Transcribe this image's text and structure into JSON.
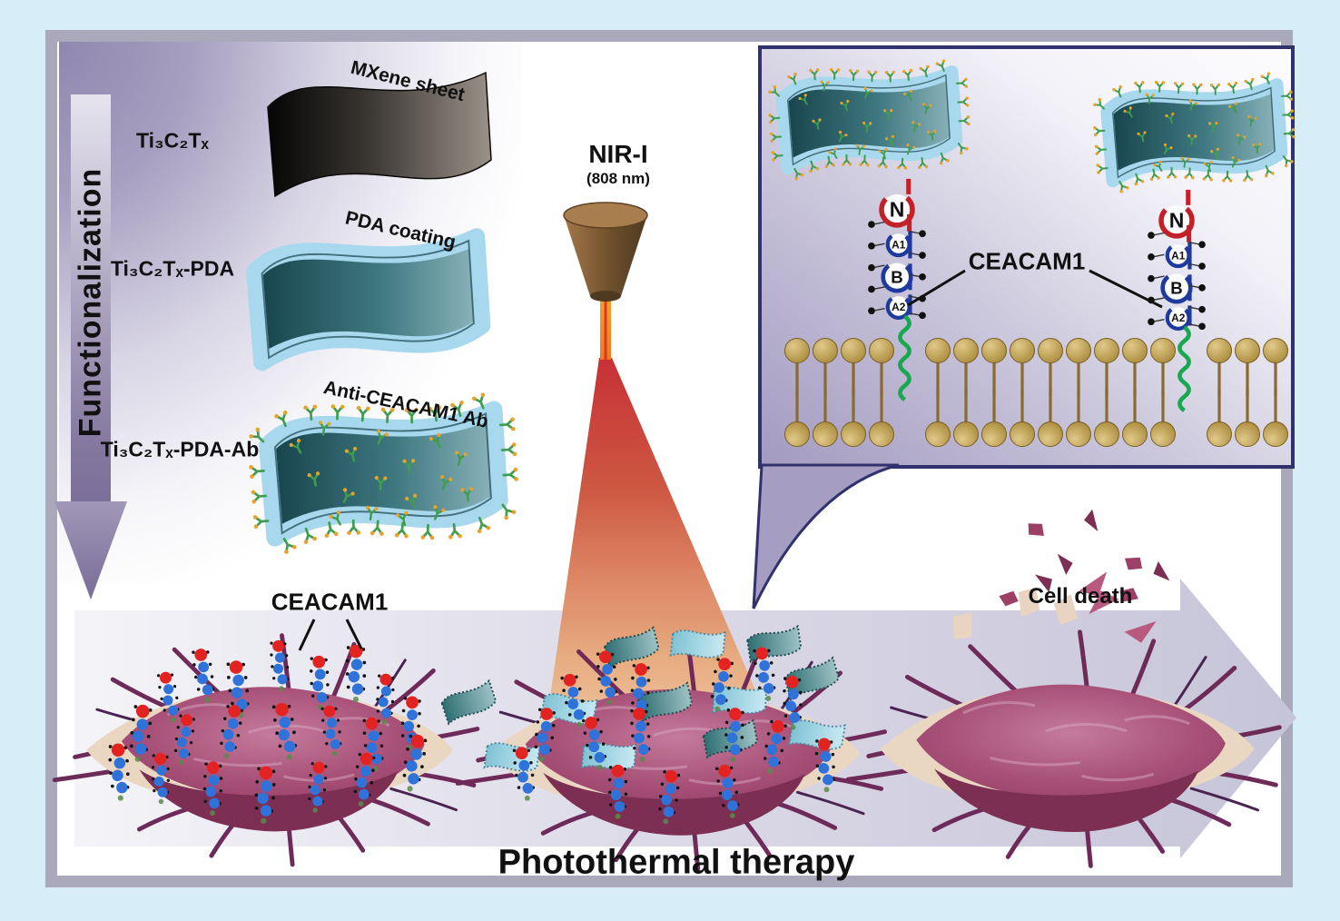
{
  "figure": {
    "functionalization_title": "Functionalization",
    "stages": [
      {
        "label": "Ti₃C₂Tₓ",
        "sheet_label": "MXene sheet"
      },
      {
        "label": "Ti₃C₂Tₓ-PDA",
        "sheet_label": "PDA coating"
      },
      {
        "label": "Ti₃C₂Tₓ-PDA-Ab",
        "sheet_label": "Anti-CEACAM1 Ab"
      }
    ],
    "laser": {
      "name": "NIR-I",
      "wavelength": "(808 nm)"
    },
    "inset": {
      "receptor_name": "CEACAM1",
      "domains": [
        "N",
        "A1",
        "B",
        "A2"
      ]
    },
    "bottom": {
      "receptor_name": "CEACAM1",
      "cell_death": "Cell death",
      "process": "Photothermal therapy"
    },
    "colors": {
      "background": "#d7edf8",
      "frame_border": "#aaa9bb",
      "mxene_black": "#050505",
      "mxene_gray": "#9a9288",
      "pda_teal_dark": "#16424a",
      "pda_teal_light": "#8fb6bd",
      "pda_coating_blue": "#a8d8ee",
      "antibody_green": "#3f9d4f",
      "antibody_tip_orange": "#e8a22a",
      "laser_cone_brown": "#8a6138",
      "beam_red": "#c32127",
      "beam_peach": "#f4d6b4",
      "inset_border_navy": "#31316e",
      "inset_fill_purple": "#a29ac0",
      "domain_n_red": "#c32127",
      "domain_blue": "#1e3a9e",
      "membrane_brown": "#a0812f",
      "helix_green": "#17a94f",
      "cell_magenta": "#a85178",
      "cell_dark": "#7c2f52",
      "cell_cream": "#ead7c2",
      "receptor_bead_blue": "#2f72d9",
      "receptor_bead_red": "#e32222",
      "arrow_lavender": "#c6c4d8",
      "func_arrow_purple": "#7b6f9a"
    }
  }
}
